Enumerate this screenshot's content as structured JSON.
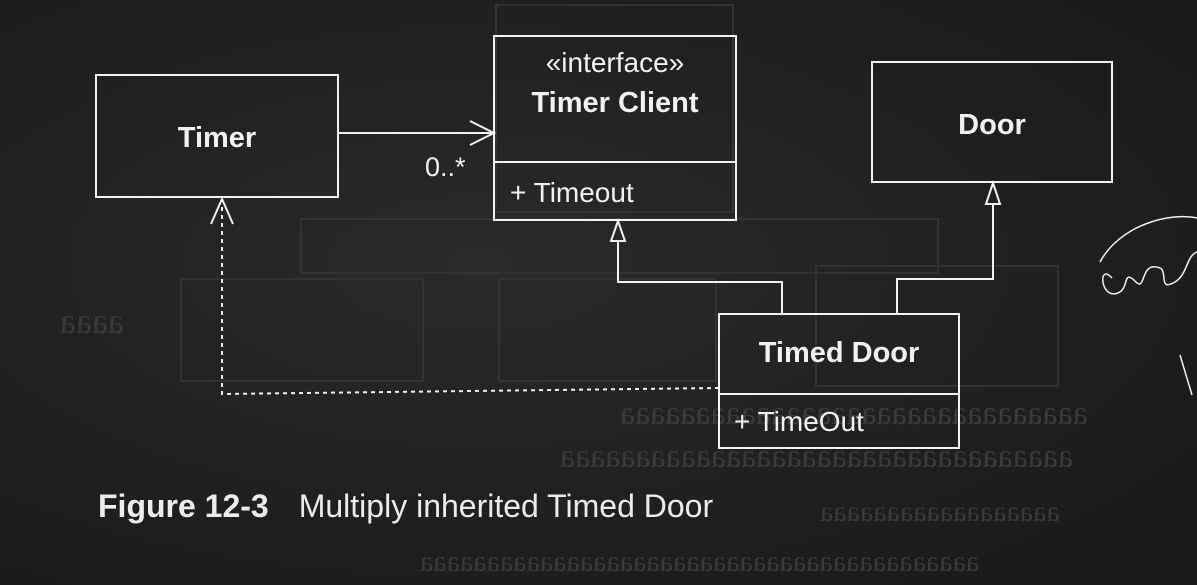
{
  "diagram": {
    "timer": {
      "name": "Timer"
    },
    "timer_client": {
      "stereotype": "«interface»",
      "name": "Timer Client",
      "operation": "+ Timeout"
    },
    "door": {
      "name": "Door"
    },
    "timed_door": {
      "name": "Timed Door",
      "operation": "+ TimeOut"
    },
    "association": {
      "multiplicity": "0..*"
    }
  },
  "caption": {
    "figure_number": "Figure 12-3",
    "text": "Multiply inherited Timed Door"
  },
  "colors": {
    "background": "#1e1e1e",
    "foreground": "#f2f2f2"
  }
}
